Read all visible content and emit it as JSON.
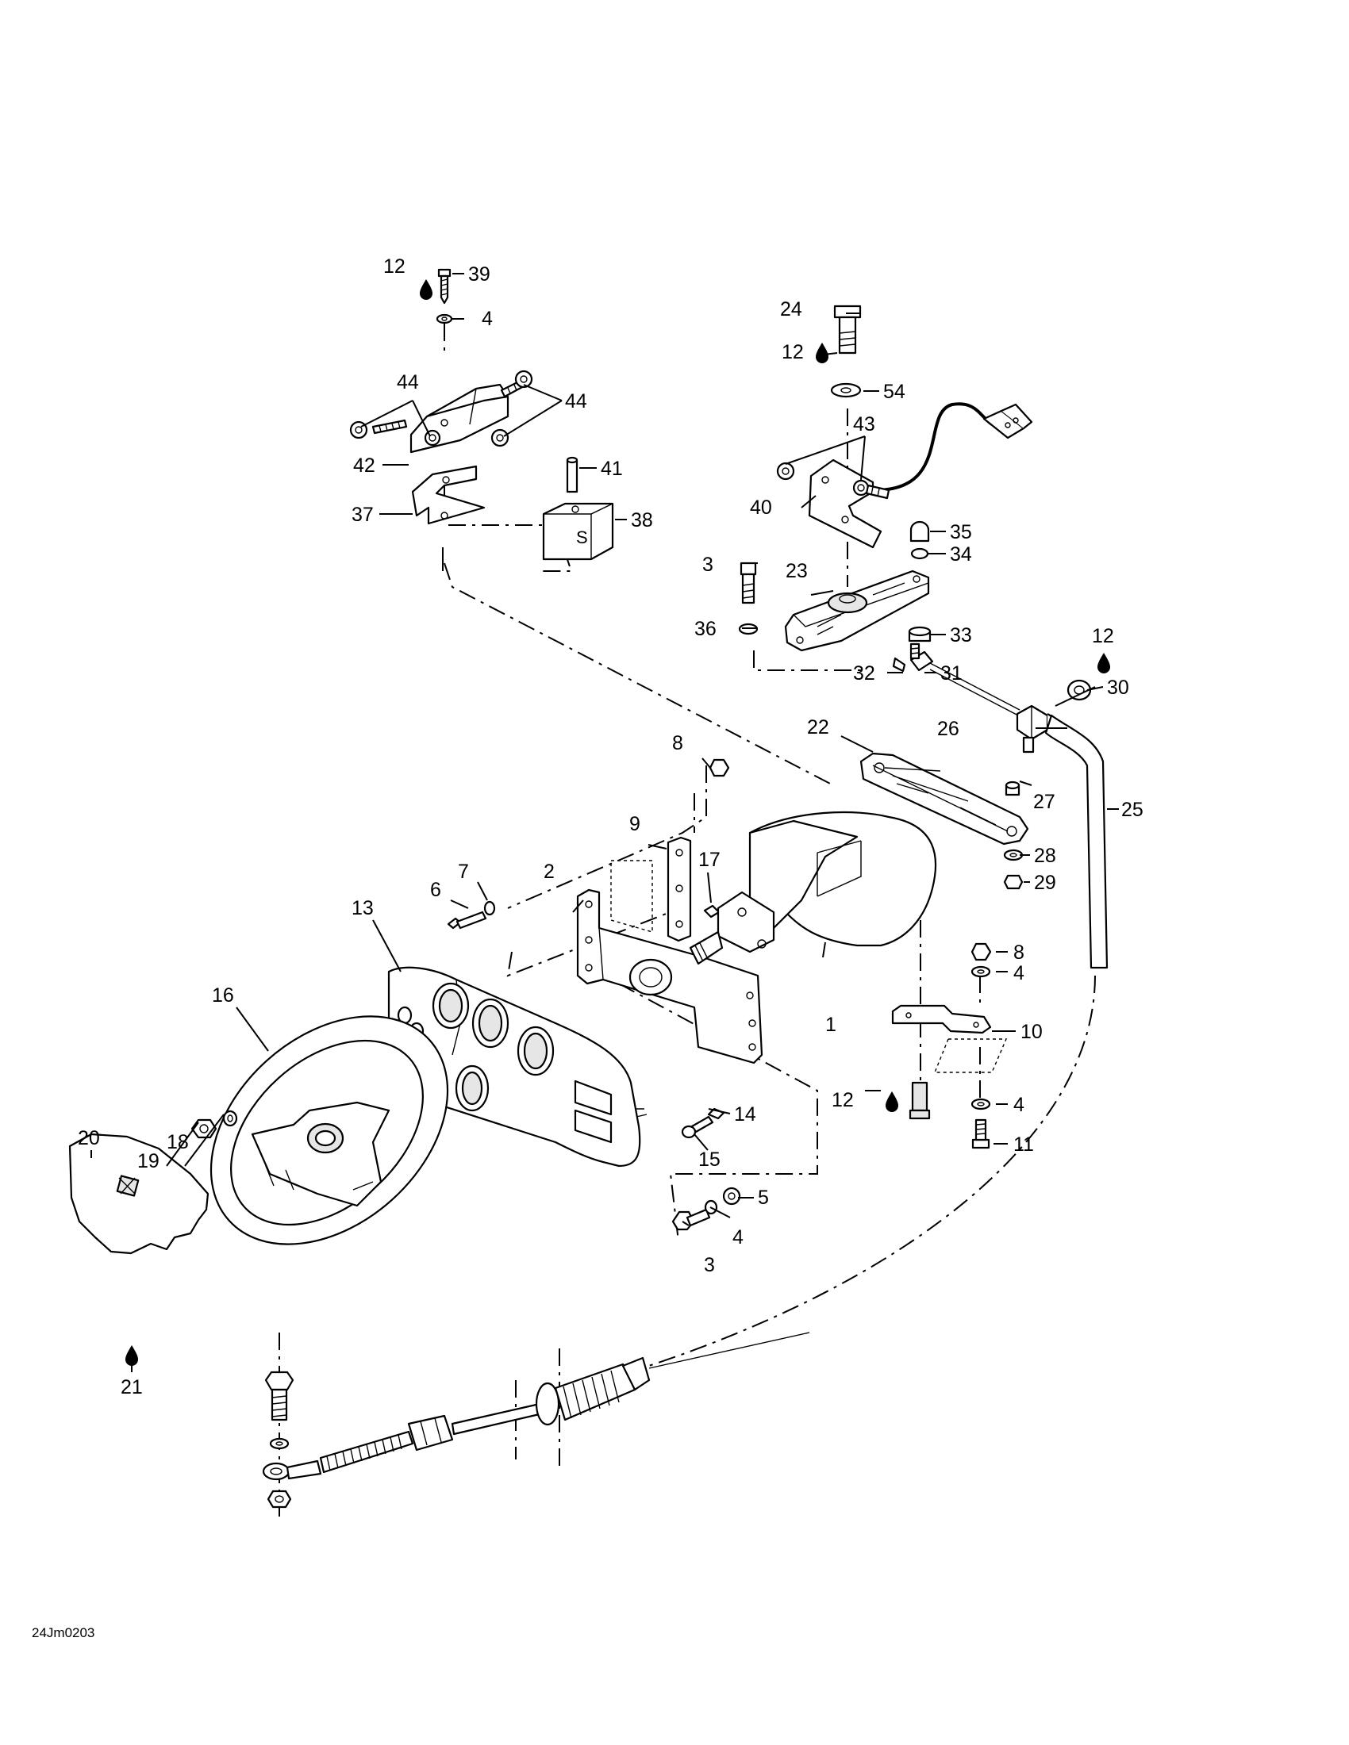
{
  "figure_ref": "24Jm0203",
  "labels": [
    {
      "id": "c1",
      "text": "1"
    },
    {
      "id": "c2",
      "text": "2"
    },
    {
      "id": "c3a",
      "text": "3"
    },
    {
      "id": "c3b",
      "text": "3"
    },
    {
      "id": "c4a",
      "text": "4"
    },
    {
      "id": "c4b",
      "text": "4"
    },
    {
      "id": "c4c",
      "text": "4"
    },
    {
      "id": "c4d",
      "text": "4"
    },
    {
      "id": "c5",
      "text": "5"
    },
    {
      "id": "c6",
      "text": "6"
    },
    {
      "id": "c7",
      "text": "7"
    },
    {
      "id": "c8a",
      "text": "8"
    },
    {
      "id": "c8b",
      "text": "8"
    },
    {
      "id": "c9",
      "text": "9"
    },
    {
      "id": "c10",
      "text": "10"
    },
    {
      "id": "c11",
      "text": "11"
    },
    {
      "id": "c12a",
      "text": "12"
    },
    {
      "id": "c12b",
      "text": "12"
    },
    {
      "id": "c12c",
      "text": "12"
    },
    {
      "id": "c12d",
      "text": "12"
    },
    {
      "id": "c13",
      "text": "13"
    },
    {
      "id": "c14",
      "text": "14"
    },
    {
      "id": "c15",
      "text": "15"
    },
    {
      "id": "c16",
      "text": "16"
    },
    {
      "id": "c17",
      "text": "17"
    },
    {
      "id": "c18",
      "text": "18"
    },
    {
      "id": "c19",
      "text": "19"
    },
    {
      "id": "c20",
      "text": "20"
    },
    {
      "id": "c21",
      "text": "21"
    },
    {
      "id": "c22",
      "text": "22"
    },
    {
      "id": "c23",
      "text": "23"
    },
    {
      "id": "c24",
      "text": "24"
    },
    {
      "id": "c25",
      "text": "25"
    },
    {
      "id": "c26",
      "text": "26"
    },
    {
      "id": "c27",
      "text": "27"
    },
    {
      "id": "c28",
      "text": "28"
    },
    {
      "id": "c29",
      "text": "29"
    },
    {
      "id": "c30",
      "text": "30"
    },
    {
      "id": "c31",
      "text": "31"
    },
    {
      "id": "c32",
      "text": "32"
    },
    {
      "id": "c33",
      "text": "33"
    },
    {
      "id": "c34",
      "text": "34"
    },
    {
      "id": "c35",
      "text": "35"
    },
    {
      "id": "c36",
      "text": "36"
    },
    {
      "id": "c37",
      "text": "37"
    },
    {
      "id": "c38",
      "text": "38"
    },
    {
      "id": "c39",
      "text": "39"
    },
    {
      "id": "c40",
      "text": "40"
    },
    {
      "id": "c41",
      "text": "41"
    },
    {
      "id": "c42",
      "text": "42"
    },
    {
      "id": "c43",
      "text": "43"
    },
    {
      "id": "c44a",
      "text": "44"
    },
    {
      "id": "c44b",
      "text": "44"
    },
    {
      "id": "c54",
      "text": "54"
    }
  ],
  "stamp_text": "S"
}
